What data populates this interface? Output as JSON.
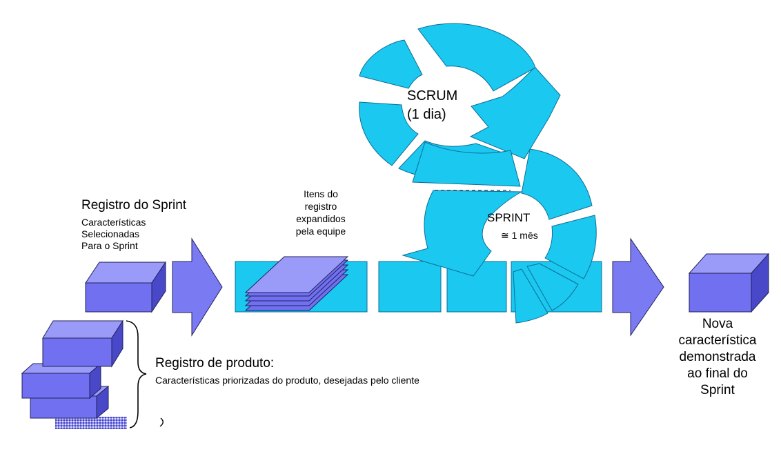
{
  "labels": {
    "sprint_backlog_title": "Registro do Sprint",
    "sprint_backlog_desc": [
      "Características",
      "Selecionadas",
      "Para o Sprint"
    ],
    "expanded_items": [
      "Itens do",
      "registro",
      "expandidos",
      "pela equipe"
    ],
    "product_backlog_title": "Registro de produto:",
    "product_backlog_desc": "Características priorizadas do produto, desejadas pelo cliente",
    "scrum_cycle": [
      "SCRUM",
      "(1 dia)"
    ],
    "sprint_cycle": "SPRINT",
    "sprint_duration": "≅ 1 mês",
    "new_feature": [
      "Nova",
      "característica",
      "demonstrada",
      "ao final do",
      "Sprint"
    ]
  },
  "colors": {
    "box_face": "#7070f0",
    "box_top": "#9a9af8",
    "box_side": "#4848c8",
    "arrow": "#7a7af2",
    "cycle": "#1ac8f0",
    "cycle_stroke": "#0d6e96",
    "outline": "#22225a"
  }
}
